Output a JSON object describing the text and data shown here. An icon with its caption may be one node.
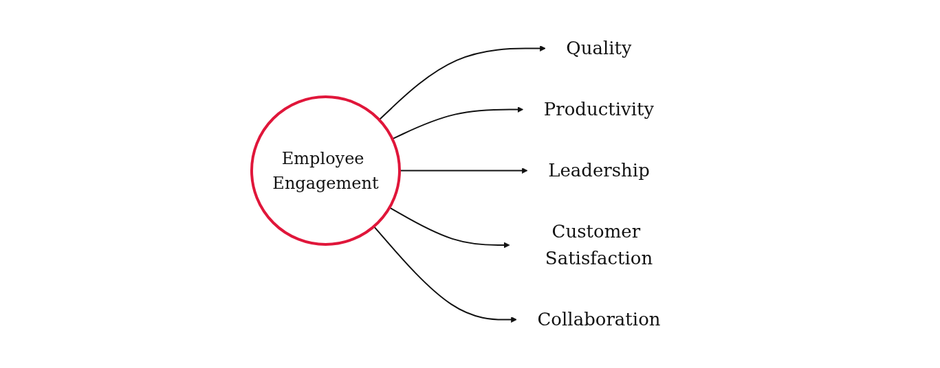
{
  "diagram": {
    "nodes": [
      {
        "text": [
          "Employee Engagement"
        ]
      },
      {
        "text": [
          "Quality"
        ]
      },
      {
        "text": [
          "Productivity"
        ]
      },
      {
        "text": [
          "Leadership"
        ]
      },
      {
        "text": [
          "Customer Satisfaction"
        ]
      },
      {
        "text": [
          "Collaboration"
        ]
      }
    ],
    "edges": [
      {
        "from": 0,
        "to": 1,
        "arrow": "to"
      },
      {
        "from": 0,
        "to": 2,
        "arrow": "to"
      },
      {
        "from": 0,
        "to": 3,
        "arrow": "to"
      },
      {
        "from": 0,
        "to": 4,
        "arrow": "to"
      },
      {
        "from": 0,
        "to": 5,
        "arrow": "to"
      }
    ]
  }
}
